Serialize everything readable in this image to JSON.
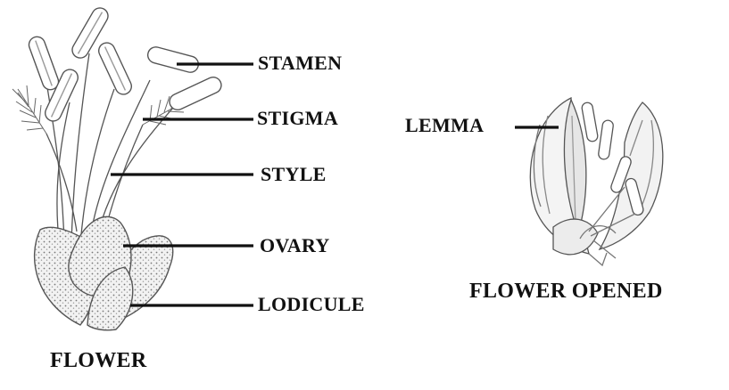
{
  "labels": {
    "stamen": "STAMEN",
    "stigma": "STIGMA",
    "style": "STYLE",
    "ovary": "OVARY",
    "lodicule": "LODICULE",
    "lemma": "LEMMA"
  },
  "captions": {
    "flower": "FLOWER",
    "flower_opened": "FLOWER OPENED"
  },
  "colors": {
    "ink": "#111111",
    "sketch": "#555555",
    "shade": "#d9d9d9",
    "background": "#ffffff"
  }
}
